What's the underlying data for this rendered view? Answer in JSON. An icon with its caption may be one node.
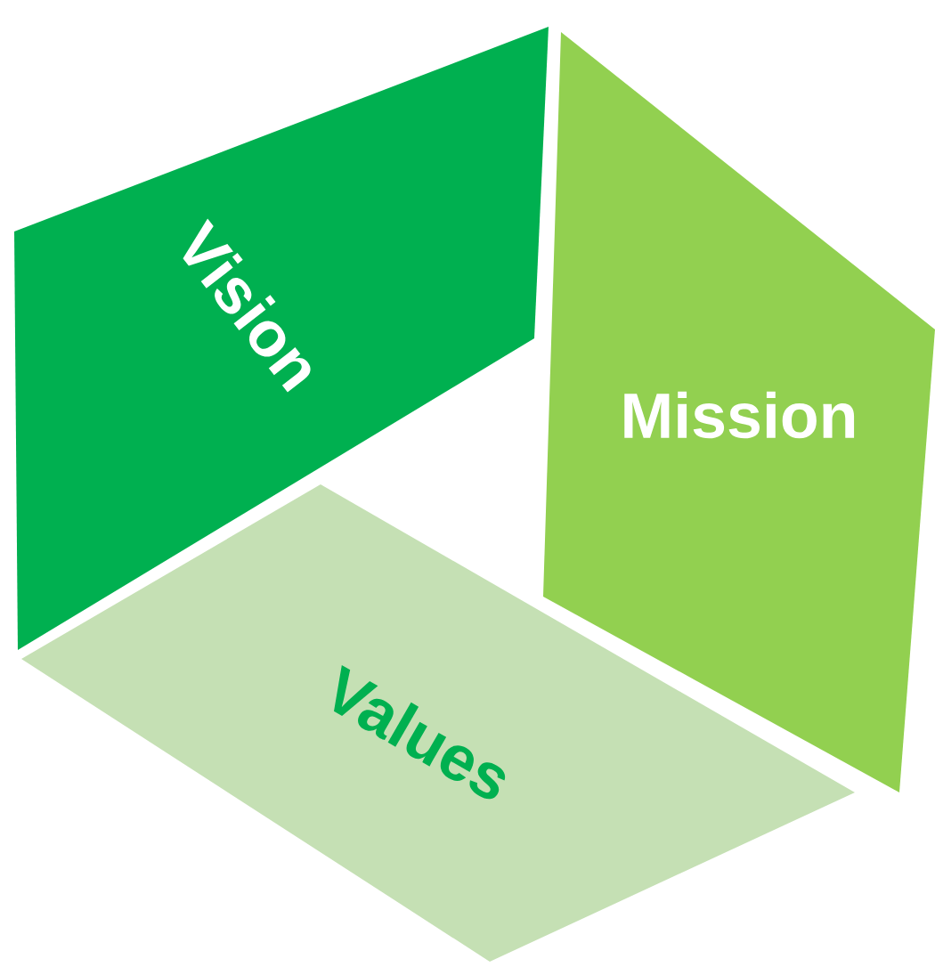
{
  "diagram": {
    "nodes": [
      {
        "text": [
          "Vision"
        ]
      },
      {
        "text": [
          "Mission"
        ]
      },
      {
        "text": [
          "Values"
        ]
      }
    ]
  }
}
